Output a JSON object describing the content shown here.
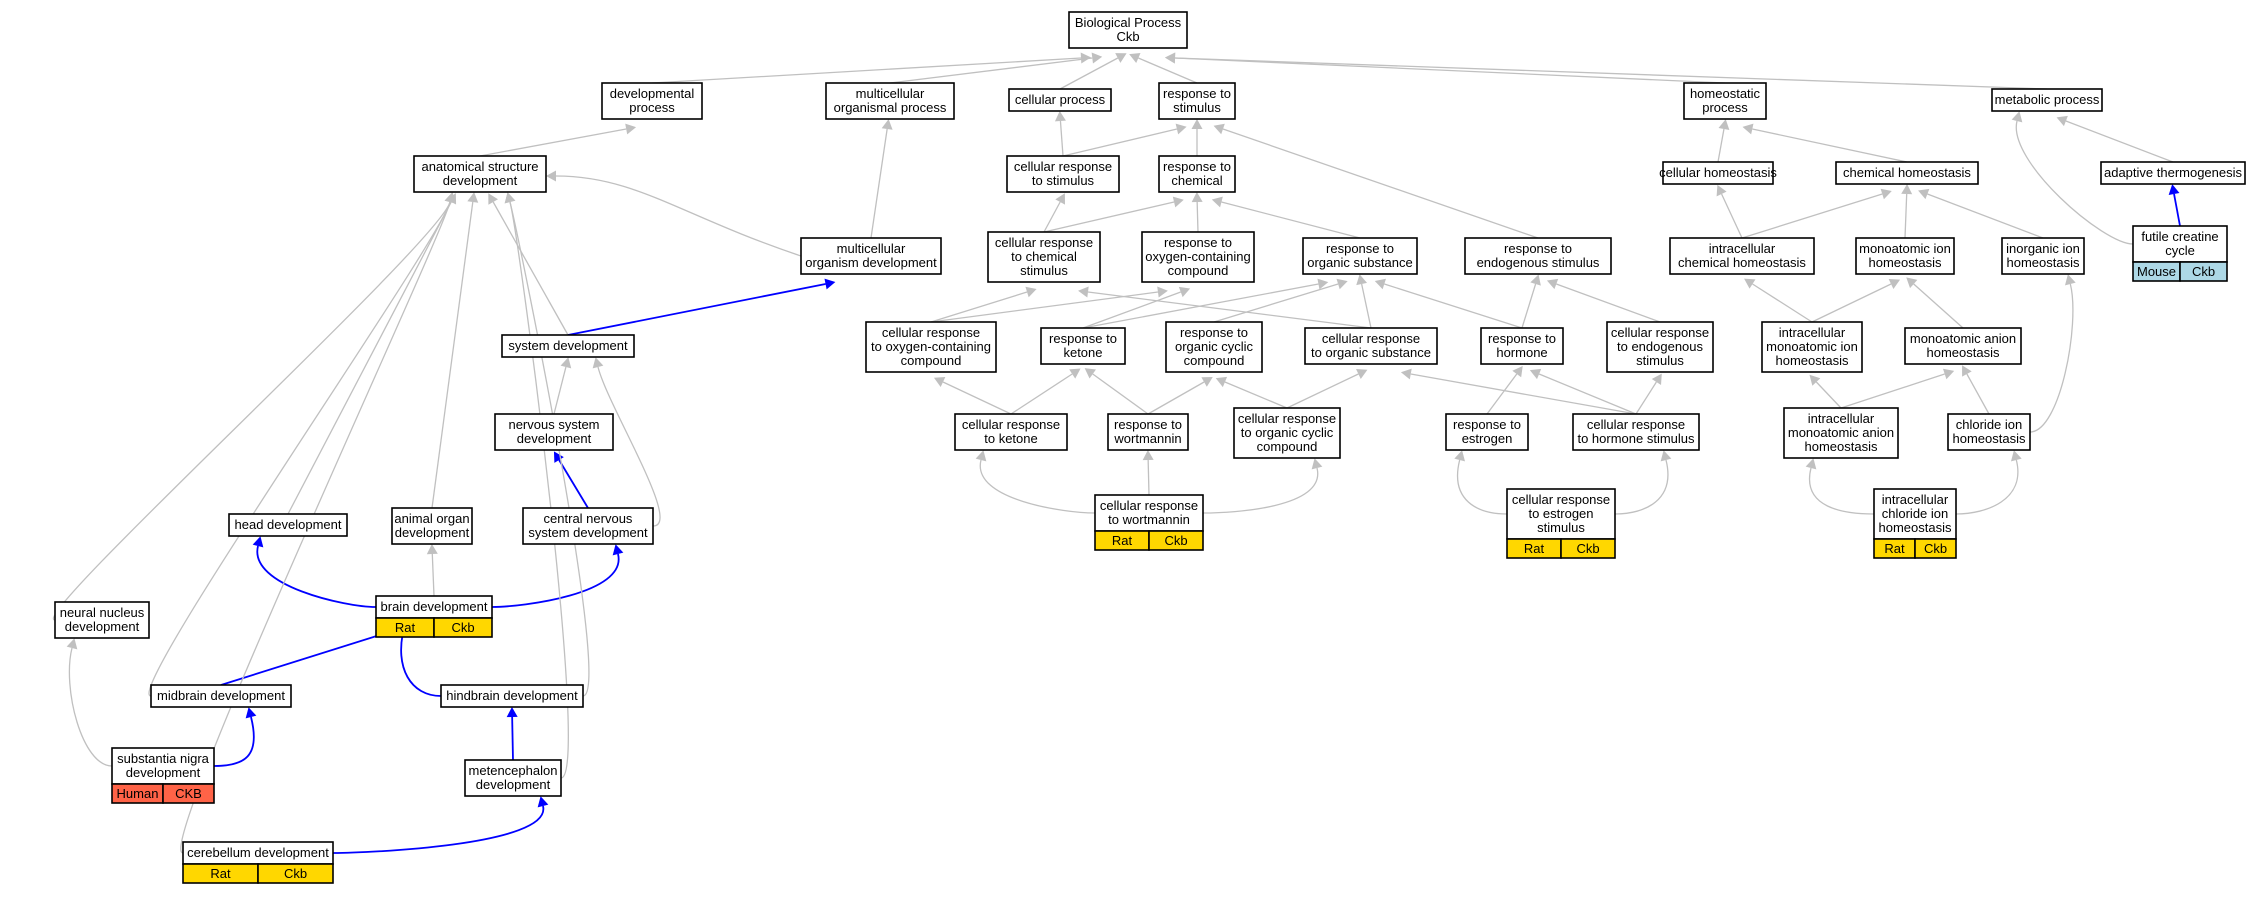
{
  "colors": {
    "gray_edge": "#c0c0c0",
    "blue_edge": "#0000ff",
    "rat": "#ffd700",
    "human": "#ff6347",
    "mouse": "#add8e6"
  },
  "nodes": {
    "bp": [
      "Biological Process",
      "Ckb"
    ],
    "devproc": [
      "developmental",
      "process"
    ],
    "multiproc": [
      "multicellular",
      "organismal process"
    ],
    "cellproc": [
      "cellular process"
    ],
    "respstim": [
      "response to",
      "stimulus"
    ],
    "homeoproc": [
      "homeostatic",
      "process"
    ],
    "metab": [
      "metabolic process"
    ],
    "anat": [
      "anatomical structure",
      "development"
    ],
    "cellrespstim": [
      "cellular response",
      "to stimulus"
    ],
    "respchem": [
      "response to",
      "chemical"
    ],
    "cellhomeo": [
      "cellular homeostasis"
    ],
    "chemhomeo": [
      "chemical homeostasis"
    ],
    "adaptive": [
      "adaptive thermogenesis"
    ],
    "multiorg": [
      "multicellular",
      "organism development"
    ],
    "cellrespchem": [
      "cellular response",
      "to chemical",
      "stimulus"
    ],
    "respoxy": [
      "response to",
      "oxygen-containing",
      "compound"
    ],
    "resporg": [
      "response to",
      "organic substance"
    ],
    "respendo": [
      "response to",
      "endogenous stimulus"
    ],
    "intrachem": [
      "intracellular",
      "chemical homeostasis"
    ],
    "monoion": [
      "monoatomic ion",
      "homeostasis"
    ],
    "inorgion": [
      "inorganic ion",
      "homeostasis"
    ],
    "futile": [
      "futile creatine",
      "cycle"
    ],
    "sysdev": [
      "system development"
    ],
    "cellrespoxy": [
      "cellular response",
      "to oxygen-containing",
      "compound"
    ],
    "respketone": [
      "response to",
      "ketone"
    ],
    "respcyclic": [
      "response to",
      "organic cyclic",
      "compound"
    ],
    "cellresporg": [
      "cellular response",
      "to organic substance"
    ],
    "resphorm": [
      "response to",
      "hormone"
    ],
    "cellrespendo": [
      "cellular response",
      "to endogenous",
      "stimulus"
    ],
    "intramono": [
      "intracellular",
      "monoatomic ion",
      "homeostasis"
    ],
    "monoanion": [
      "monoatomic anion",
      "homeostasis"
    ],
    "nervdev": [
      "nervous system",
      "development"
    ],
    "cellrespketone": [
      "cellular response",
      "to ketone"
    ],
    "respwort": [
      "response to",
      "wortmannin"
    ],
    "cellrespcyclic": [
      "cellular response",
      "to organic cyclic",
      "compound"
    ],
    "respestro": [
      "response to",
      "estrogen"
    ],
    "cellresphorm": [
      "cellular response",
      "to hormone stimulus"
    ],
    "intraanion": [
      "intracellular",
      "monoatomic anion",
      "homeostasis"
    ],
    "chloride": [
      "chloride ion",
      "homeostasis"
    ],
    "headdev": [
      "head development"
    ],
    "organdev": [
      "animal organ",
      "development"
    ],
    "cnsdev": [
      "central nervous",
      "system development"
    ],
    "cellrespwort": [
      "cellular response",
      "to wortmannin"
    ],
    "cellrespestro": [
      "cellular response",
      "to estrogen",
      "stimulus"
    ],
    "intrachlor": [
      "intracellular",
      "chloride ion",
      "homeostasis"
    ],
    "neuralnuc": [
      "neural nucleus",
      "development"
    ],
    "braindev": [
      "brain development"
    ],
    "middev": [
      "midbrain development"
    ],
    "hinddev": [
      "hindbrain development"
    ],
    "snigra": [
      "substantia nigra",
      "development"
    ],
    "metdev": [
      "metencephalon",
      "development"
    ],
    "cerebdev": [
      "cerebellum development"
    ]
  },
  "annotations": {
    "futile": [
      "Mouse",
      "Ckb"
    ],
    "cellrespwort": [
      "Rat",
      "Ckb"
    ],
    "cellrespestro": [
      "Rat",
      "Ckb"
    ],
    "intrachlor": [
      "Rat",
      "Ckb"
    ],
    "braindev": [
      "Rat",
      "Ckb"
    ],
    "snigra": [
      "Human",
      "CKB"
    ],
    "cerebdev": [
      "Rat",
      "Ckb"
    ]
  }
}
